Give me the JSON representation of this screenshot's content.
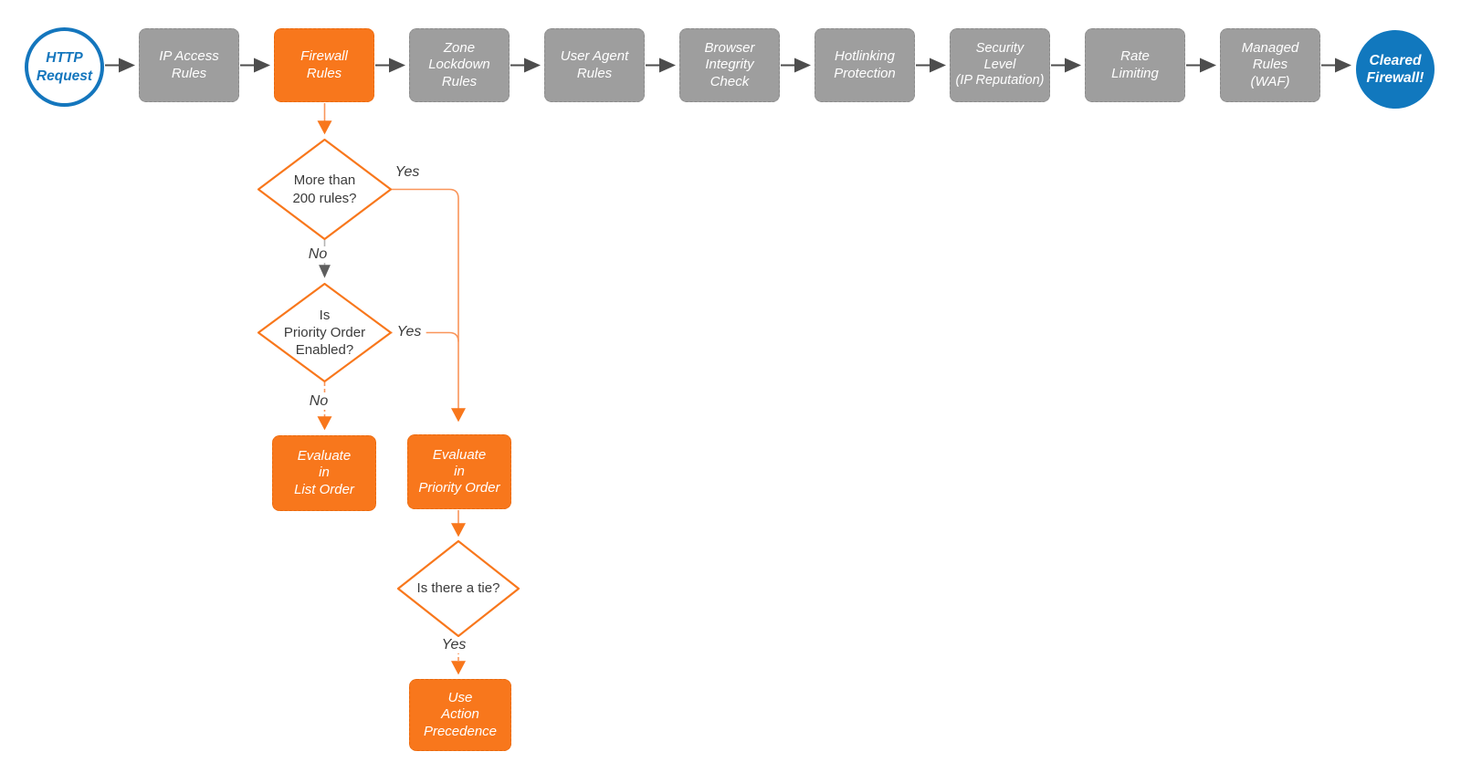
{
  "colors": {
    "orange": "#F8771C",
    "orange_line": "#F9955A",
    "gray_node": "#9E9E9E",
    "blue": "#1476BD",
    "blue_fill": "#1178BE",
    "dark_line": "#4D4D4D",
    "gray_line": "#B3B3B3",
    "text_dark": "#3B3B3B"
  },
  "pipeline": {
    "start_label": "HTTP\nRequest",
    "steps": [
      {
        "label": "IP Access\nRules",
        "highlighted": false
      },
      {
        "label": "Firewall\nRules",
        "highlighted": true
      },
      {
        "label": "Zone\nLockdown\nRules",
        "highlighted": false
      },
      {
        "label": "User Agent\nRules",
        "highlighted": false
      },
      {
        "label": "Browser\nIntegrity\nCheck",
        "highlighted": false
      },
      {
        "label": "Hotlinking\nProtection",
        "highlighted": false
      },
      {
        "label": "Security\nLevel\n(IP Reputation)",
        "highlighted": false
      },
      {
        "label": "Rate\nLimiting",
        "highlighted": false
      },
      {
        "label": "Managed\nRules\n(WAF)",
        "highlighted": false
      }
    ],
    "end_label": "Cleared\nFirewall!"
  },
  "decisions": {
    "d1": {
      "question": "More than\n200 rules?",
      "yes": "Yes",
      "no": "No"
    },
    "d2": {
      "question": "Is\nPriority Order\nEnabled?",
      "yes": "Yes",
      "no": "No"
    },
    "d3": {
      "question": "Is there a tie?",
      "yes": "Yes"
    }
  },
  "outcomes": {
    "evaluate_list": "Evaluate\nin\nList Order",
    "evaluate_priority": "Evaluate\nin\nPriority Order",
    "use_action": "Use\nAction\nPrecedence"
  }
}
